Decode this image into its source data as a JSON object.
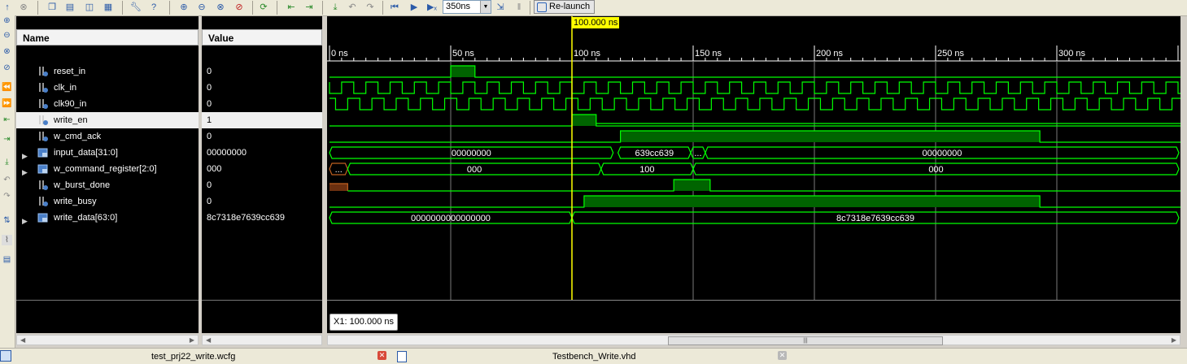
{
  "toolbar": {
    "time_value": "350ns",
    "relaunch_label": "Re-launch"
  },
  "columns": {
    "name": "Name",
    "value": "Value"
  },
  "signals": [
    {
      "name": "reset_in",
      "value": "0",
      "type": "bit"
    },
    {
      "name": "clk_in",
      "value": "0",
      "type": "bit"
    },
    {
      "name": "clk90_in",
      "value": "0",
      "type": "bit"
    },
    {
      "name": "write_en",
      "value": "1",
      "type": "bit",
      "selected": true
    },
    {
      "name": "w_cmd_ack",
      "value": "0",
      "type": "bit"
    },
    {
      "name": "input_data[31:0]",
      "value": "00000000",
      "type": "bus"
    },
    {
      "name": "w_command_register[2:0]",
      "value": "000",
      "type": "bus"
    },
    {
      "name": "w_burst_done",
      "value": "0",
      "type": "bit"
    },
    {
      "name": "write_busy",
      "value": "0",
      "type": "bit"
    },
    {
      "name": "write_data[63:0]",
      "value": "8c7318e7639cc639",
      "type": "bus"
    }
  ],
  "timeline": {
    "ticks": [
      "0 ns",
      "50 ns",
      "100 ns",
      "150 ns",
      "200 ns",
      "250 ns",
      "300 ns"
    ],
    "cursor_label": "100.000 ns",
    "x1_label": "X1: 100.000 ns"
  },
  "bus_values": {
    "input_data": [
      "00000000",
      "639cc639",
      "...",
      "00000000"
    ],
    "w_command_register": [
      "...",
      "000",
      "100",
      "000"
    ],
    "write_data": [
      "0000000000000000",
      "8c7318e7639cc639"
    ]
  },
  "tabs": [
    {
      "label": "test_prj22_write.wcfg"
    },
    {
      "label": "Testbench_Write.vhd"
    }
  ],
  "colors": {
    "wave": "#00ff00",
    "wave_fill": "#006400",
    "cursor": "#ffff00",
    "background": "#000000",
    "reset_color": "#c06020"
  }
}
